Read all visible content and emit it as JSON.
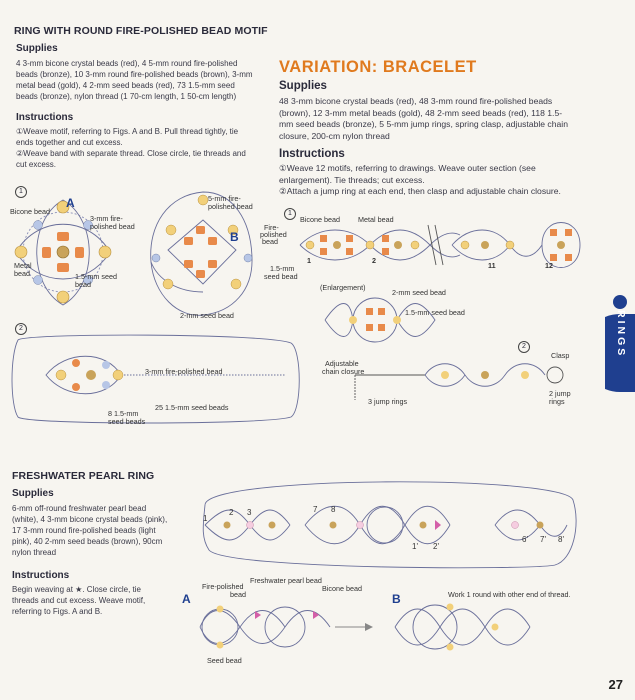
{
  "ring": {
    "title": "RING WITH ROUND FIRE-POLISHED BEAD MOTIF",
    "supplies_heading": "Supplies",
    "supplies_lines": [
      "4 3-mm bicone crystal beads (red), 4 5-mm round fire-polished",
      "beads (bronze), 10 3-mm round fire-polished beads (brown), 3-mm",
      "metal bead (gold), 4 2-mm seed beads (red), 73 1.5-mm seed",
      "beads (bronze), nylon thread (1 70-cm length, 1 50-cm length)"
    ],
    "instructions_heading": "Instructions",
    "instr_lines": [
      "①Weave motif, referring to Figs. A and B. Pull thread tightly, tie",
      "  ends together and cut excess.",
      "②Weave band with separate thread. Close circle, tie threads and",
      "  cut excess."
    ],
    "fig1": {
      "step": "1",
      "A": "A",
      "B": "B",
      "bicone": "Bicone bead",
      "fire3": "3-mm fire-",
      "fire3b": "polished bead",
      "metal": "Metal",
      "metalb": "bead",
      "seed15": "1.5-mm seed",
      "seed15b": "bead",
      "fire5": "5-mm fire-",
      "fire5b": "polished bead",
      "seed2": "2-mm seed bead"
    },
    "fig2": {
      "step": "2",
      "fire3": "3-mm fire-polished bead",
      "seed8": "8 1.5-mm",
      "seed8b": "seed beads",
      "seed25": "25 1.5-mm seed beads"
    }
  },
  "bracelet": {
    "title": "VARIATION: BRACELET",
    "supplies_heading": "Supplies",
    "supplies_lines": [
      "48 3-mm bicone crystal beads (red), 48 3-mm round fire-polished beads",
      "(brown), 12 3-mm metal beads (gold), 48 2-mm seed beads (red), 118 1.5-",
      "mm seed beads (bronze), 5 5-mm jump rings, spring clasp, adjustable chain",
      "closure, 200-cm nylon thread"
    ],
    "instructions_heading": "Instructions",
    "instr_lines": [
      "①Weave 12 motifs, referring to drawings. Weave outer section (see",
      "   enlargement). Tie threads; cut excess.",
      "②Attach a jump ring at each end, then clasp and adjustable chain closure."
    ],
    "fig1": {
      "step": "1",
      "firep": "Fire-",
      "firep2": "polished",
      "firep3": "bead",
      "bicone": "Bicone bead",
      "metal": "Metal bead",
      "n1": "1",
      "n2": "2",
      "n11": "11",
      "n12": "12",
      "seed15": "1.5-mm",
      "seed15b": "seed bead",
      "enlargement": "(Enlargement)",
      "seed2": "2-mm seed bead",
      "seed15c": "1.5-mm seed bead"
    },
    "fig2": {
      "step": "2",
      "adjustable": "Adjustable",
      "adjustable2": "chain closure",
      "jump3": "3 jump rings",
      "clasp": "Clasp",
      "jump2": "2 jump",
      "jump2b": "rings"
    }
  },
  "pearl": {
    "title": "FRESHWATER PEARL RING",
    "supplies_heading": "Supplies",
    "supplies_lines": [
      "6-mm off-round freshwater pearl bead",
      "(white), 4 3-mm bicone crystal beads (pink),",
      "17 3-mm round fire-polished beads (light",
      "pink), 40 2-mm seed beads (brown), 90cm",
      "nylon thread"
    ],
    "instructions_heading": "Instructions",
    "instr_lines": [
      "Begin weaving at ★. Close circle, tie",
      "threads and cut excess. Weave motif,",
      "referring to Figs. A and B."
    ],
    "fig": {
      "n1": "1",
      "n2": "2",
      "n3": "3",
      "n7": "7",
      "n8": "8",
      "n1p": "1'",
      "n2p": "2'",
      "n6p": "6'",
      "n7p": "7'",
      "n8p": "8'",
      "A": "A",
      "B": "B",
      "fire": "Fire-polished",
      "fire2": "bead",
      "pearl": "Freshwater pearl bead",
      "bicone": "Bicone bead",
      "seed": "Seed bead",
      "work": "Work 1 round with other end of thread."
    }
  },
  "side_tab": "RINGS",
  "page_number": "27",
  "colors": {
    "orange": "#e07a1e",
    "tab": "#1f3f8f",
    "line": "#6a6f9a"
  }
}
